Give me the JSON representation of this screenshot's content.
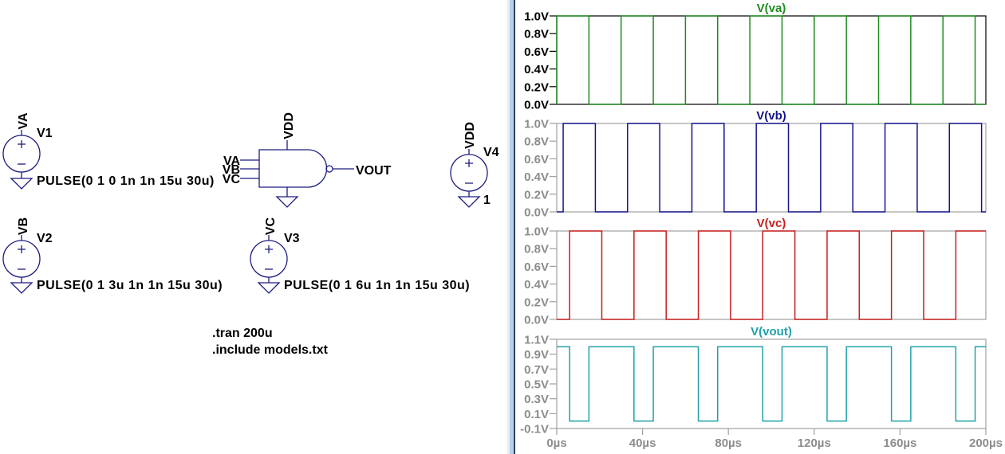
{
  "schematic": {
    "sources": [
      {
        "ref": "V1",
        "node": "VA",
        "value": "PULSE(0 1 0 1n 1n 15u 30u)"
      },
      {
        "ref": "V2",
        "node": "VB",
        "value": "PULSE(0 1 3u 1n 1n 15u 30u)"
      },
      {
        "ref": "V3",
        "node": "VC",
        "value": "PULSE(0 1 6u 1n 1n 15u 30u)"
      },
      {
        "ref": "V4",
        "node": "VDD",
        "value": "1"
      }
    ],
    "gate": {
      "type": "nand3",
      "supply": "VDD",
      "inputs": [
        "VA",
        "VB",
        "VC"
      ],
      "output": "VOUT"
    },
    "directives": [
      ".tran 200u",
      ".include models.txt"
    ]
  },
  "plot": {
    "active_pane": 0,
    "colors": {
      "active_axis": "#000000",
      "inactive_axis": "#a0a0a0",
      "active_label": "#000000",
      "inactive_label": "#8c8c8c"
    }
  },
  "chart_data": [
    {
      "id": "va",
      "type": "line",
      "title": "V(va)",
      "color": "#1e8c1e",
      "xlabel": "",
      "ylabel": "",
      "xlim": [
        0,
        200
      ],
      "ylim": [
        0,
        1.0
      ],
      "yticks": [
        {
          "value": 0.0,
          "label": "0.0V"
        },
        {
          "value": 0.2,
          "label": "0.2V"
        },
        {
          "value": 0.4,
          "label": "0.4V"
        },
        {
          "value": 0.6,
          "label": "0.6V"
        },
        {
          "value": 0.8,
          "label": "0.8V"
        },
        {
          "value": 1.0,
          "label": "1.0V"
        }
      ],
      "points": [
        [
          0,
          0
        ],
        [
          0,
          1
        ],
        [
          15,
          1
        ],
        [
          15,
          0
        ],
        [
          30,
          0
        ],
        [
          30,
          1
        ],
        [
          45,
          1
        ],
        [
          45,
          0
        ],
        [
          60,
          0
        ],
        [
          60,
          1
        ],
        [
          75,
          1
        ],
        [
          75,
          0
        ],
        [
          90,
          0
        ],
        [
          90,
          1
        ],
        [
          105,
          1
        ],
        [
          105,
          0
        ],
        [
          120,
          0
        ],
        [
          120,
          1
        ],
        [
          135,
          1
        ],
        [
          135,
          0
        ],
        [
          150,
          0
        ],
        [
          150,
          1
        ],
        [
          165,
          1
        ],
        [
          165,
          0
        ],
        [
          180,
          0
        ],
        [
          180,
          1
        ],
        [
          195,
          1
        ],
        [
          195,
          0
        ],
        [
          200,
          0
        ]
      ]
    },
    {
      "id": "vb",
      "type": "line",
      "title": "V(vb)",
      "color": "#14148c",
      "xlabel": "",
      "ylabel": "",
      "xlim": [
        0,
        200
      ],
      "ylim": [
        0,
        1.0
      ],
      "yticks": [
        {
          "value": 0.0,
          "label": "0.0V"
        },
        {
          "value": 0.2,
          "label": "0.2V"
        },
        {
          "value": 0.4,
          "label": "0.4V"
        },
        {
          "value": 0.6,
          "label": "0.6V"
        },
        {
          "value": 0.8,
          "label": "0.8V"
        },
        {
          "value": 1.0,
          "label": "1.0V"
        }
      ],
      "points": [
        [
          0,
          0
        ],
        [
          3,
          0
        ],
        [
          3,
          1
        ],
        [
          18,
          1
        ],
        [
          18,
          0
        ],
        [
          33,
          0
        ],
        [
          33,
          1
        ],
        [
          48,
          1
        ],
        [
          48,
          0
        ],
        [
          63,
          0
        ],
        [
          63,
          1
        ],
        [
          78,
          1
        ],
        [
          78,
          0
        ],
        [
          93,
          0
        ],
        [
          93,
          1
        ],
        [
          108,
          1
        ],
        [
          108,
          0
        ],
        [
          123,
          0
        ],
        [
          123,
          1
        ],
        [
          138,
          1
        ],
        [
          138,
          0
        ],
        [
          153,
          0
        ],
        [
          153,
          1
        ],
        [
          168,
          1
        ],
        [
          168,
          0
        ],
        [
          183,
          0
        ],
        [
          183,
          1
        ],
        [
          198,
          1
        ],
        [
          198,
          0
        ],
        [
          200,
          0
        ]
      ]
    },
    {
      "id": "vc",
      "type": "line",
      "title": "V(vc)",
      "color": "#c81e1e",
      "xlabel": "",
      "ylabel": "",
      "xlim": [
        0,
        200
      ],
      "ylim": [
        0,
        1.0
      ],
      "yticks": [
        {
          "value": 0.0,
          "label": "0.0V"
        },
        {
          "value": 0.2,
          "label": "0.2V"
        },
        {
          "value": 0.4,
          "label": "0.4V"
        },
        {
          "value": 0.6,
          "label": "0.6V"
        },
        {
          "value": 0.8,
          "label": "0.8V"
        },
        {
          "value": 1.0,
          "label": "1.0V"
        }
      ],
      "points": [
        [
          0,
          0
        ],
        [
          6,
          0
        ],
        [
          6,
          1
        ],
        [
          21,
          1
        ],
        [
          21,
          0
        ],
        [
          36,
          0
        ],
        [
          36,
          1
        ],
        [
          51,
          1
        ],
        [
          51,
          0
        ],
        [
          66,
          0
        ],
        [
          66,
          1
        ],
        [
          81,
          1
        ],
        [
          81,
          0
        ],
        [
          96,
          0
        ],
        [
          96,
          1
        ],
        [
          111,
          1
        ],
        [
          111,
          0
        ],
        [
          126,
          0
        ],
        [
          126,
          1
        ],
        [
          141,
          1
        ],
        [
          141,
          0
        ],
        [
          156,
          0
        ],
        [
          156,
          1
        ],
        [
          171,
          1
        ],
        [
          171,
          0
        ],
        [
          186,
          0
        ],
        [
          186,
          1
        ],
        [
          200,
          1
        ]
      ]
    },
    {
      "id": "vout",
      "type": "line",
      "title": "V(vout)",
      "color": "#20a2a8",
      "xlabel": "",
      "ylabel": "",
      "xlim": [
        0,
        200
      ],
      "ylim": [
        -0.1,
        1.1
      ],
      "yticks": [
        {
          "value": -0.1,
          "label": "-0.1V"
        },
        {
          "value": 0.1,
          "label": "0.1V"
        },
        {
          "value": 0.3,
          "label": "0.3V"
        },
        {
          "value": 0.5,
          "label": "0.5V"
        },
        {
          "value": 0.7,
          "label": "0.7V"
        },
        {
          "value": 0.9,
          "label": "0.9V"
        },
        {
          "value": 1.1,
          "label": "1.1V"
        }
      ],
      "xticks": [
        {
          "value": 0,
          "label": "0µs"
        },
        {
          "value": 40,
          "label": "40µs"
        },
        {
          "value": 80,
          "label": "80µs"
        },
        {
          "value": 120,
          "label": "120µs"
        },
        {
          "value": 160,
          "label": "160µs"
        },
        {
          "value": 200,
          "label": "200µs"
        }
      ],
      "points": [
        [
          0,
          1
        ],
        [
          6,
          1
        ],
        [
          6,
          0
        ],
        [
          15,
          0
        ],
        [
          15,
          1
        ],
        [
          36,
          1
        ],
        [
          36,
          0
        ],
        [
          45,
          0
        ],
        [
          45,
          1
        ],
        [
          66,
          1
        ],
        [
          66,
          0
        ],
        [
          75,
          0
        ],
        [
          75,
          1
        ],
        [
          96,
          1
        ],
        [
          96,
          0
        ],
        [
          105,
          0
        ],
        [
          105,
          1
        ],
        [
          126,
          1
        ],
        [
          126,
          0
        ],
        [
          135,
          0
        ],
        [
          135,
          1
        ],
        [
          156,
          1
        ],
        [
          156,
          0
        ],
        [
          165,
          0
        ],
        [
          165,
          1
        ],
        [
          186,
          1
        ],
        [
          186,
          0
        ],
        [
          195,
          0
        ],
        [
          195,
          1
        ],
        [
          200,
          1
        ]
      ]
    }
  ]
}
